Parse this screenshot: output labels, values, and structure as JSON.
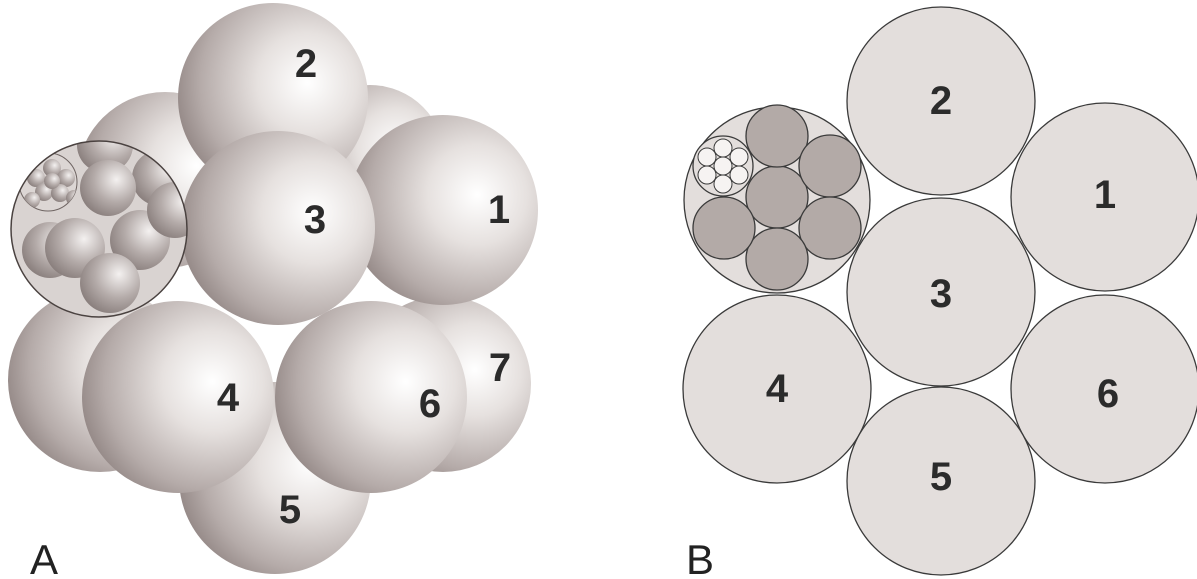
{
  "panel_a": {
    "letter": "A",
    "sphere_labels": [
      "1",
      "2",
      "3",
      "4",
      "5",
      "6",
      "7"
    ]
  },
  "panel_b": {
    "letter": "B",
    "circle_labels": [
      "1",
      "2",
      "3",
      "4",
      "5",
      "6"
    ]
  },
  "colors": {
    "sphere_highlight": "#ffffff",
    "sphere_mid": "#d6d0ce",
    "sphere_shadow": "#8f8482",
    "flat_fill": "#e3dedc",
    "inner_fill": "#b3aaa7",
    "outline": "#3a3a3a",
    "label": "#2b2b2b"
  }
}
